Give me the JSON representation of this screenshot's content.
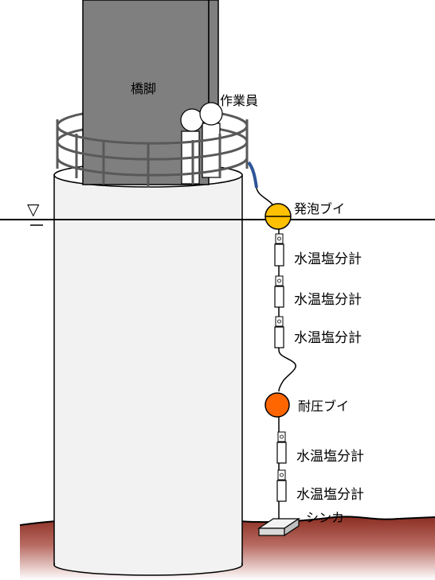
{
  "labels": {
    "pier": "橋脚",
    "worker": "作業員",
    "float_buoy": "発泡ブイ",
    "pressure_buoy": "耐圧ブイ",
    "sensor_1": "水温塩分計",
    "sensor_2": "水温塩分計",
    "sensor_3": "水温塩分計",
    "sensor_4": "水温塩分計",
    "sensor_5": "水温塩分計",
    "sinker": "シンカー"
  },
  "water_level_symbol": "▽",
  "colors": {
    "pier": "#7f7f7f",
    "caisson": "#f2f2f2",
    "float_buoy": "#ffc000",
    "pressure_buoy": "#ff6600",
    "seabed_top": "#8b2e22",
    "seabed_bottom": "#ffffff",
    "cable": "#2f5597",
    "sinker": "#d9d9d9"
  }
}
